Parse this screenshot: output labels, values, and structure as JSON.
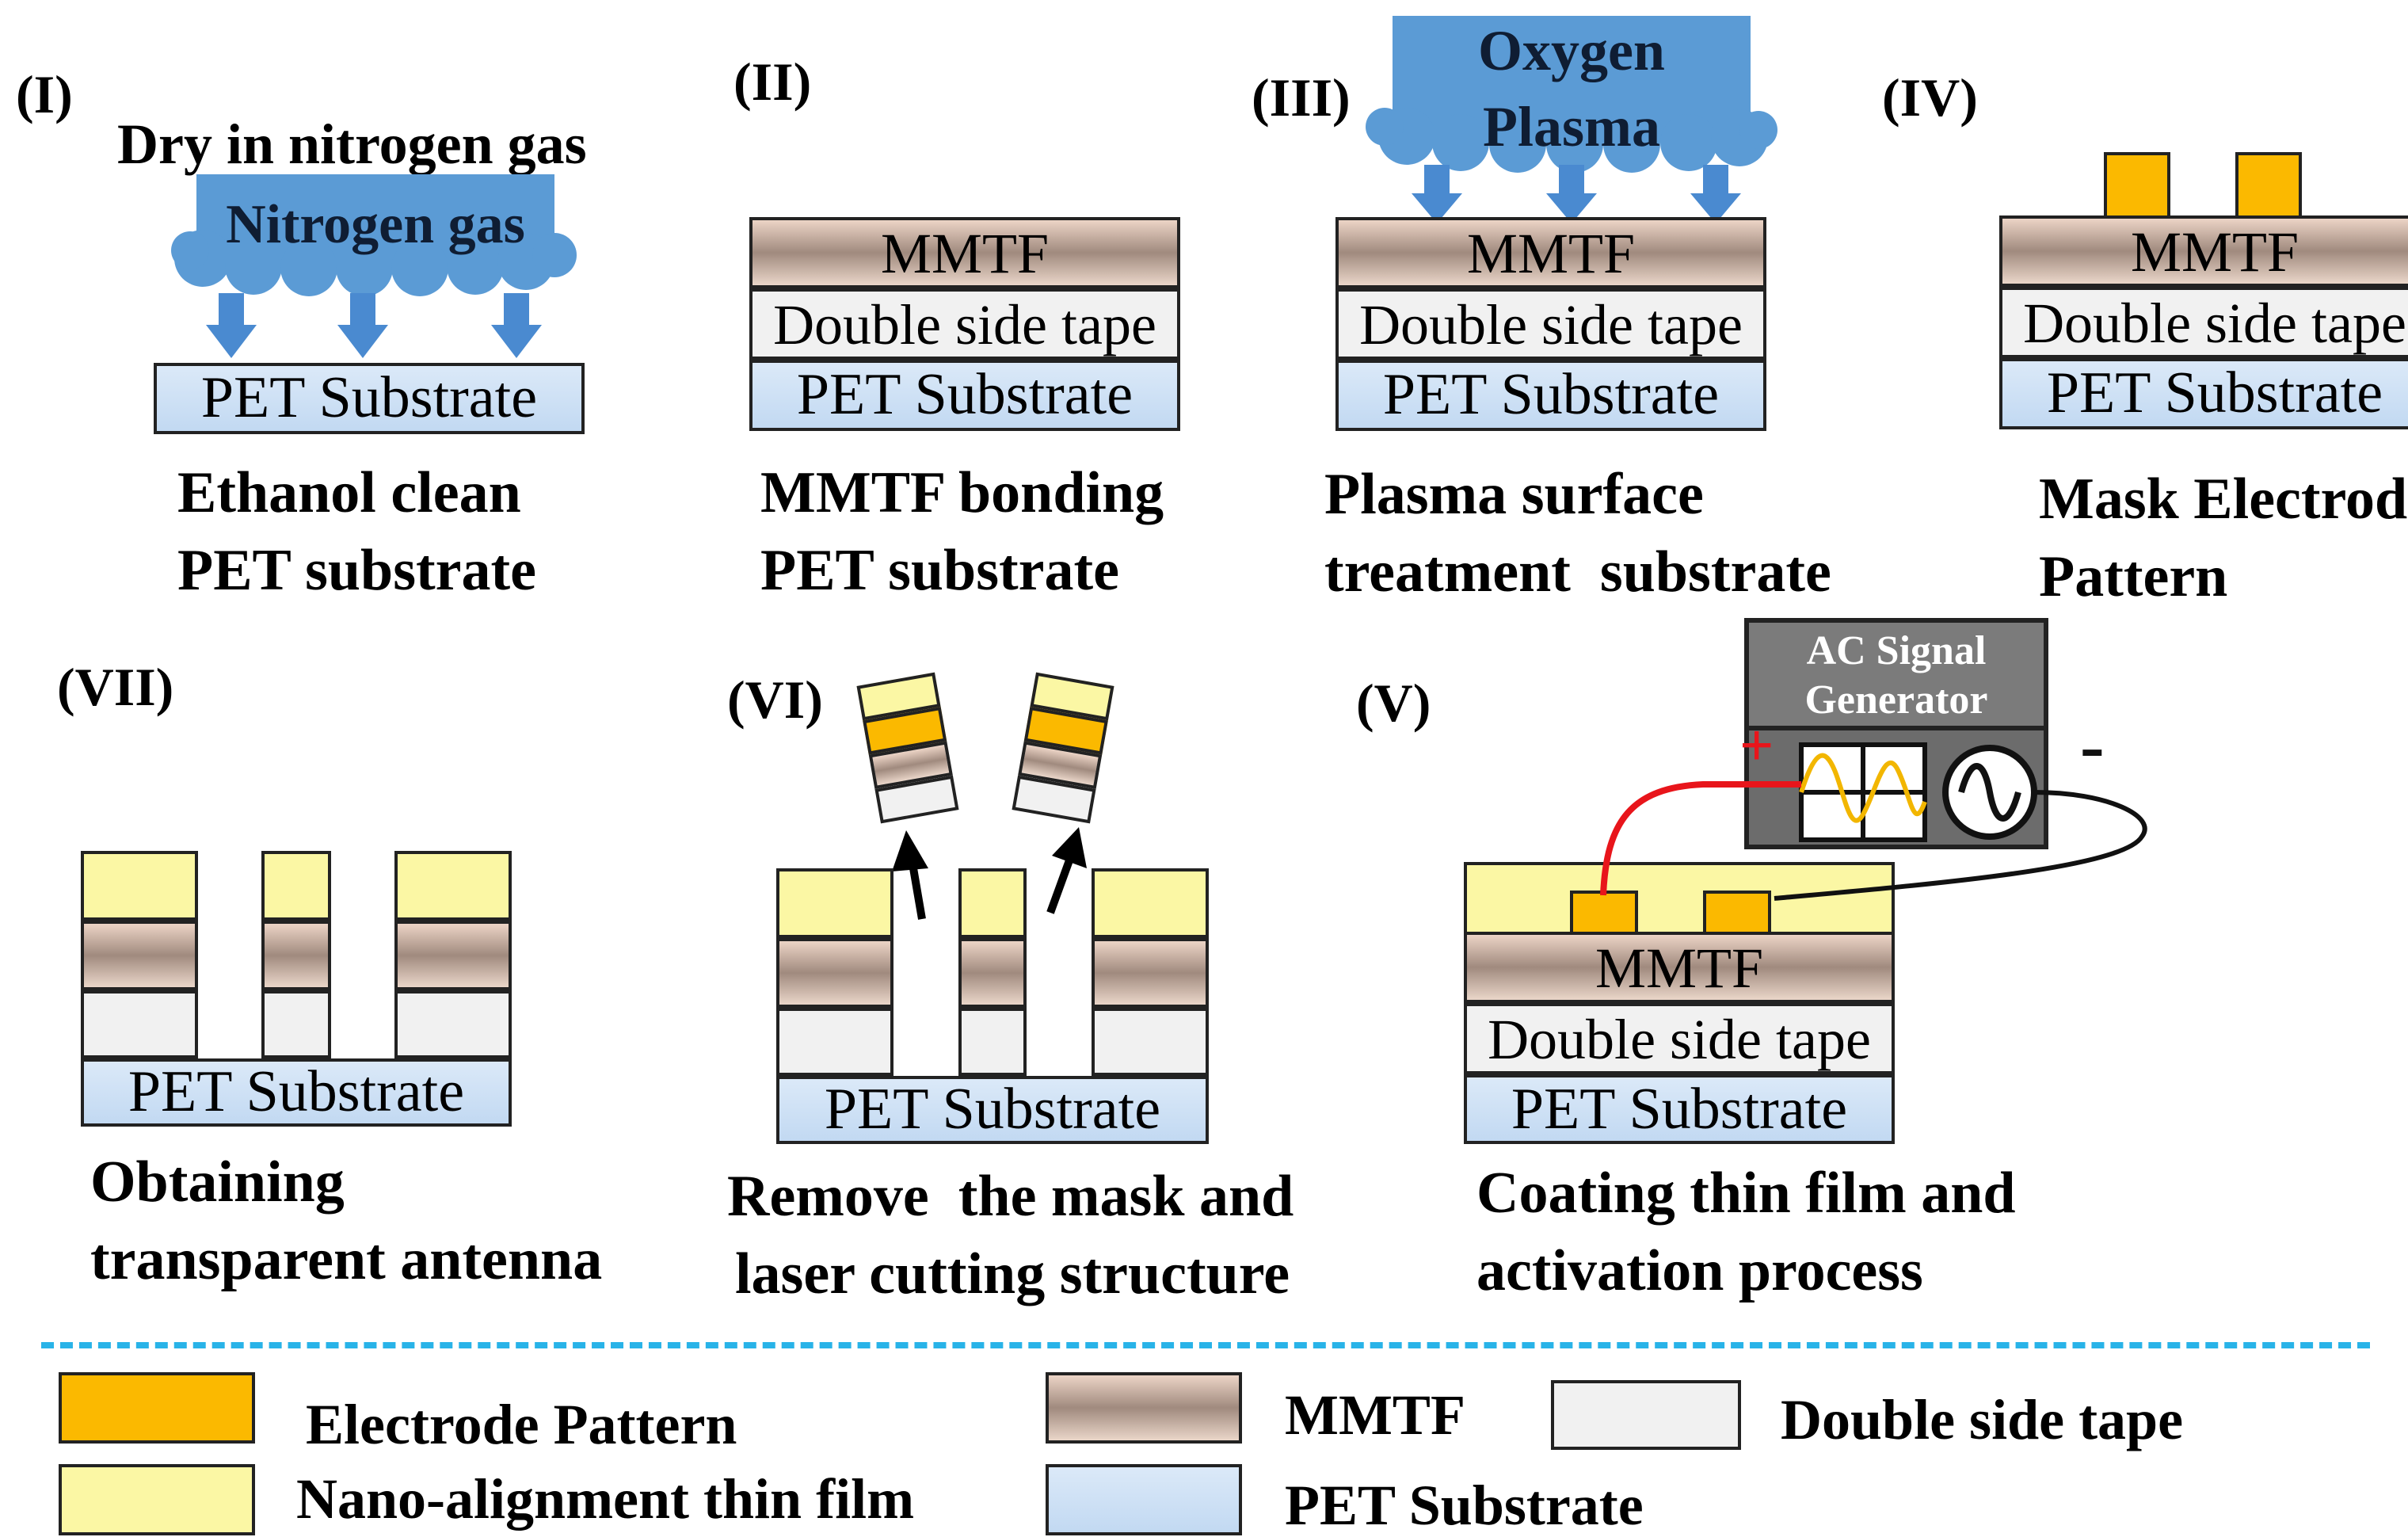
{
  "steps": [
    {
      "label": "(I)",
      "caption": [
        "Ethanol clean",
        "PET substrate"
      ],
      "heading": "Dry in nitrogen gas",
      "cloud": "Nitrogen gas"
    },
    {
      "label": "(II)",
      "caption": [
        "MMTF bonding",
        "PET substrate"
      ]
    },
    {
      "label": "(III)",
      "caption": [
        "Plasma surface",
        "treatment  substrate"
      ],
      "cloud": [
        "Oxygen",
        "Plasma"
      ]
    },
    {
      "label": "(IV)",
      "caption": [
        "Mask Electrode",
        "Pattern"
      ]
    },
    {
      "label": "(V)",
      "caption": [
        "Coating thin film and",
        "activation process"
      ]
    },
    {
      "label": "(VI)",
      "caption": [
        "Remove  the mask and",
        "laser cutting structure"
      ]
    },
    {
      "label": "(VII)",
      "caption": [
        "Obtaining",
        "transparent antenna"
      ]
    }
  ],
  "layers": {
    "pet": "PET Substrate",
    "tape": "Double side tape",
    "mmtf": "MMTF"
  },
  "generator": {
    "title": [
      "AC Signal",
      "Generator"
    ],
    "plus": "+",
    "minus": "-",
    "colors": {
      "positive_wire": "#e8151b",
      "negative_wire": "#111111",
      "signal": "#f2b600"
    }
  },
  "legend": [
    {
      "label": "Electrode  Pattern",
      "color": "#fbb900"
    },
    {
      "label": "Nano-alignment  thin film",
      "color": "#fbf7a4"
    },
    {
      "label": "MMTF",
      "color": "#c9aea0"
    },
    {
      "label": "PET Substrate",
      "color": "#cfe1f5"
    },
    {
      "label": "Double side tape",
      "color": "#f1f1f1"
    }
  ],
  "colors": {
    "cloud": "#5b9bd5",
    "arrow": "#4a8ad0",
    "divider": "#29b3e8"
  }
}
